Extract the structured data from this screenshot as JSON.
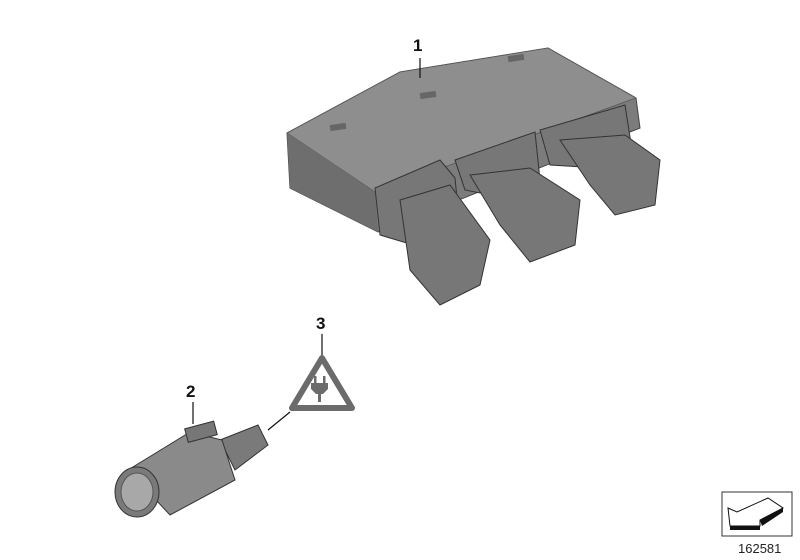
{
  "parts": [
    {
      "callout": "1",
      "item": "control-module"
    },
    {
      "callout": "2",
      "item": "parking-sensor"
    },
    {
      "callout": "3",
      "item": "electrical-connector-warning-symbol"
    }
  ],
  "reference_number": "162581",
  "colors": {
    "part_gray": "#7a7a7a",
    "symbol_gray": "#6b6b6b",
    "line": "#111111"
  }
}
